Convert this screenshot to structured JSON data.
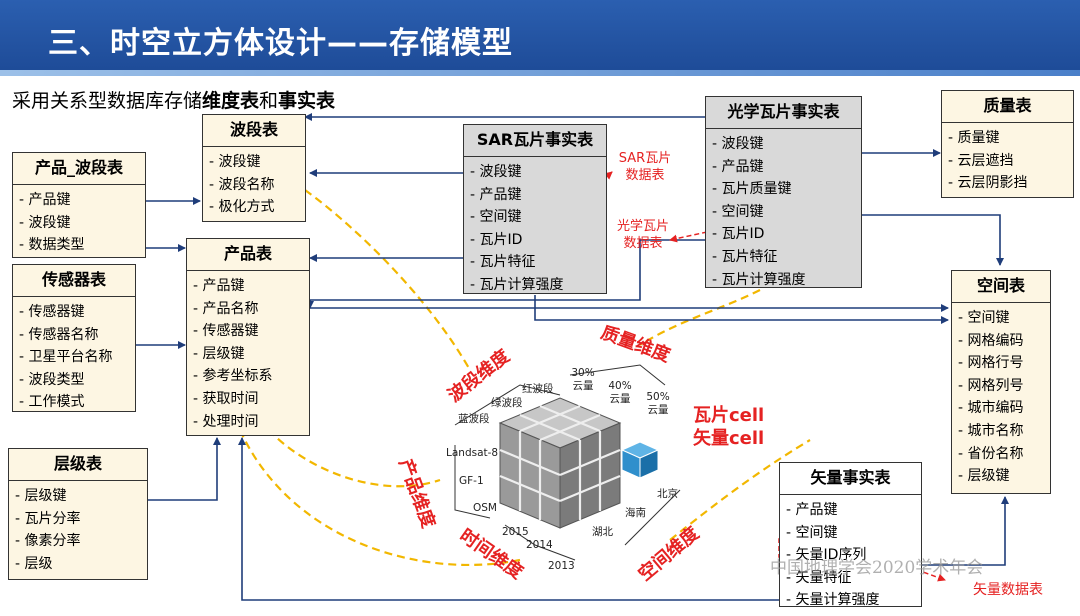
{
  "header": {
    "title": "三、时空立方体设计——存储模型"
  },
  "subtitle": {
    "prefix": "采用关系型数据库存储",
    "dimension": "维度表",
    "and": "和",
    "fact": "事实表"
  },
  "tables": {
    "product_band": {
      "title": "产品_波段表",
      "fields": [
        "产品键",
        "波段键",
        "数据类型"
      ]
    },
    "sensor": {
      "title": "传感器表",
      "fields": [
        "传感器键",
        "传感器名称",
        "卫星平台名称",
        "波段类型",
        "工作模式"
      ]
    },
    "level": {
      "title": "层级表",
      "fields": [
        "层级键",
        "瓦片分率",
        "像素分率",
        "层级"
      ]
    },
    "band": {
      "title": "波段表",
      "fields": [
        "波段键",
        "波段名称",
        "极化方式"
      ]
    },
    "product": {
      "title": "产品表",
      "fields": [
        "产品键",
        "产品名称",
        "传感器键",
        "层级键",
        "参考坐标系",
        "获取时间",
        "处理时间"
      ]
    },
    "sar_fact": {
      "title": "SAR瓦片事实表",
      "fields": [
        "波段键",
        "产品键",
        "空间键",
        "瓦片ID",
        "瓦片特征",
        "瓦片计算强度"
      ]
    },
    "optical_fact": {
      "title": "光学瓦片事实表",
      "fields": [
        "波段键",
        "产品键",
        "瓦片质量键",
        "空间键",
        "瓦片ID",
        "瓦片特征",
        "瓦片计算强度"
      ]
    },
    "quality": {
      "title": "质量表",
      "fields": [
        "质量键",
        "云层遮挡",
        "云层阴影挡"
      ]
    },
    "spatial": {
      "title": "空间表",
      "fields": [
        "空间键",
        "网格编码",
        "网格行号",
        "网格列号",
        "城市编码",
        "城市名称",
        "省份名称",
        "层级键"
      ]
    },
    "vector_fact": {
      "title": "矢量事实表",
      "fields": [
        "产品键",
        "空间键",
        "矢量ID序列",
        "矢量特征",
        "矢量计算强度"
      ]
    }
  },
  "annotations": {
    "sar_tile": "SAR瓦片数据表",
    "optical_tile": "光学瓦片数据表",
    "vector_data": "矢量数据表"
  },
  "cube": {
    "dimensions": {
      "band": "波段维度",
      "quality": "质量维度",
      "product": "产品维度",
      "time": "时间维度",
      "space": "空间维度"
    },
    "band_labels": [
      "蓝波段",
      "绿波段",
      "红波段"
    ],
    "quality_labels": [
      "30%云量",
      "40%云量",
      "50%云量"
    ],
    "product_labels": [
      "Landsat-8",
      "GF-1",
      "OSM"
    ],
    "time_labels": [
      "2015",
      "2014",
      "2013"
    ],
    "space_labels": [
      "湖北",
      "海南",
      "北京"
    ],
    "cells": {
      "tile": "瓦片cell",
      "vector": "矢量cell"
    }
  },
  "watermark": "中国地理学会2020学术年会",
  "colors": {
    "header": "#1d4a96",
    "dimension_table": "#fdf6e3",
    "fact_table": "#d9d9d9",
    "arrow": "#1f3d7a",
    "dashed": "#f2b700",
    "highlight": "#e52222"
  }
}
